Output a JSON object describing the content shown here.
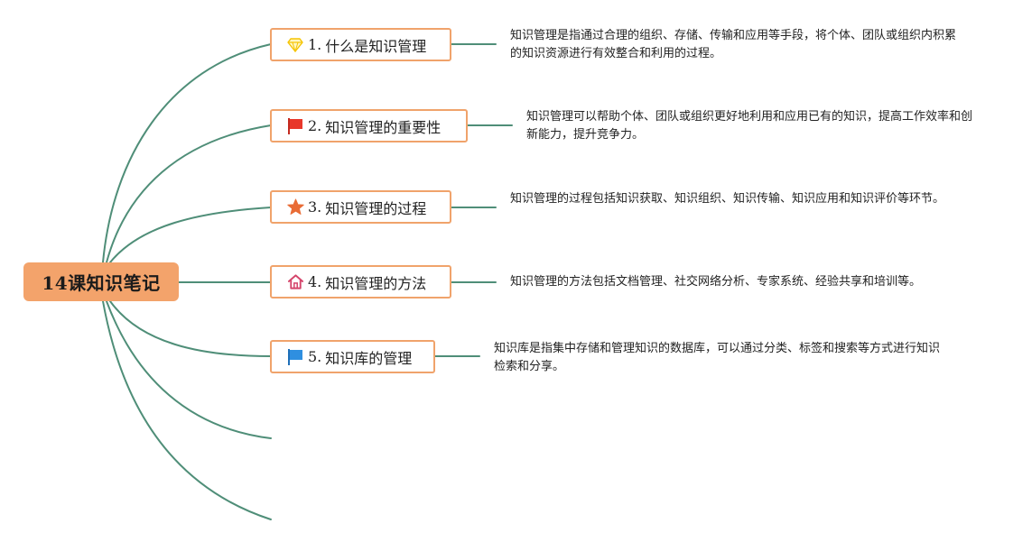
{
  "root": {
    "label": "14课知识笔记"
  },
  "topics": [
    {
      "number": "1.",
      "label": "什么是知识管理",
      "icon": "diamond-icon",
      "note": "知识管理是指通过合理的组织、存储、传输和应用等手段，将个体、团队或组织内积累的知识资源进行有效整合和利用的过程。"
    },
    {
      "number": "2.",
      "label": "知识管理的重要性",
      "icon": "red-flag-icon",
      "note": "知识管理可以帮助个体、团队或组织更好地利用和应用已有的知识，提高工作效率和创新能力，提升竞争力。"
    },
    {
      "number": "3.",
      "label": "知识管理的过程",
      "icon": "star-icon",
      "note": "知识管理的过程包括知识获取、知识组织、知识传输、知识应用和知识评价等环节。"
    },
    {
      "number": "4.",
      "label": "知识管理的方法",
      "icon": "house-icon",
      "note": "知识管理的方法包括文档管理、社交网络分析、专家系统、经验共享和培训等。"
    },
    {
      "number": "5.",
      "label": "知识库的管理",
      "icon": "blue-flag-icon",
      "note": "知识库是指集中存储和管理知识的数据库，可以通过分类、标签和搜索等方式进行知识检索和分享。"
    }
  ],
  "colors": {
    "root_fill": "#f3a36b",
    "topic_border": "#f0a36b",
    "connector": "#4f8e78",
    "diamond": "#f5c400",
    "red_flag": "#e8382b",
    "star": "#e96c36",
    "house": "#d5456b",
    "blue_flag": "#2f8fe0"
  }
}
